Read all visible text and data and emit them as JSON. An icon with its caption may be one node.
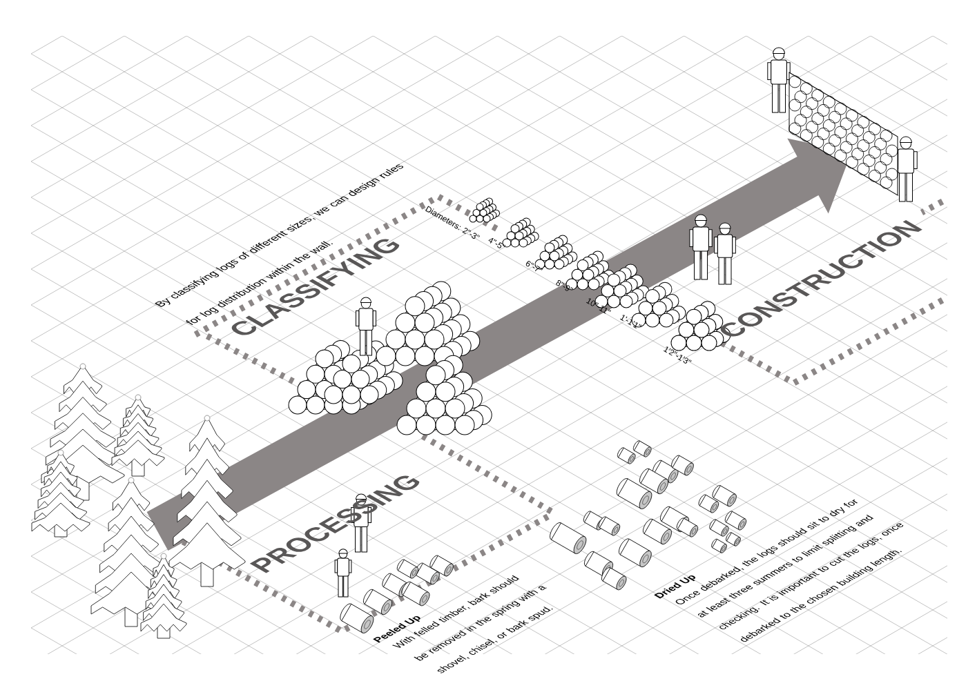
{
  "diagram": {
    "labels": [
      "By classifying logs of different sizes, we can design rules for log distribution within the wall.",
      "CLASSIFYING",
      "Diameters: 2\"-3\"",
      "4\"-5\"",
      "6\"-7\"",
      "8\"-9\"",
      "10\"-11\"",
      "1'-1'1\"",
      "1'2\"-1'3\"",
      "CONSTRUCTION",
      "PROCESSING",
      "Peeled Up",
      "With felled timber, bark should be removed in the spring with a shovel, chisel, or bark spud.",
      "Dried Up",
      "Once debarked, the logs should sit to dry for at least three summers to limit splitting and checking. It is important to cut the logs, once debarked to the chosen building length."
    ]
  }
}
